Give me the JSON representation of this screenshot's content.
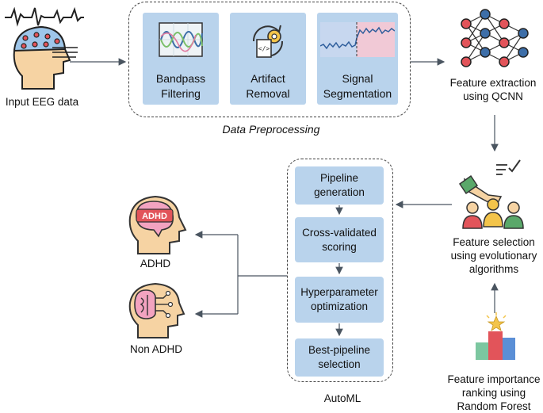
{
  "input": {
    "label": "Input EEG data"
  },
  "preprocessing": {
    "title": "Data Preprocessing",
    "steps": [
      {
        "line1": "Bandpass",
        "line2": "Filtering"
      },
      {
        "line1": "Artifact",
        "line2": "Removal"
      },
      {
        "line1": "Signal",
        "line2": "Segmentation"
      }
    ]
  },
  "feature_extraction": {
    "line1": "Feature extraction",
    "line2": "using QCNN"
  },
  "feature_selection": {
    "line1": "Feature selection",
    "line2": "using evolutionary",
    "line3": "algorithms"
  },
  "feature_ranking": {
    "line1": "Feature importance",
    "line2": "ranking using",
    "line3": "Random Forest"
  },
  "automl": {
    "title": "AutoML",
    "steps": [
      {
        "line1": "Pipeline",
        "line2": "generation"
      },
      {
        "line1": "Cross-validated",
        "line2": "scoring"
      },
      {
        "line1": "Hyperparameter",
        "line2": "optimization"
      },
      {
        "line1": "Best-pipeline",
        "line2": "selection"
      }
    ]
  },
  "outputs": {
    "adhd": {
      "label": "ADHD",
      "badge": "ADHD"
    },
    "non_adhd": {
      "label": "Non ADHD"
    }
  },
  "colors": {
    "box_fill": "#b9d3ec",
    "arrow": "#4a5560",
    "brain_pink": "#f3a3c0",
    "head_skin": "#f6d3a3",
    "nn_red": "#e2545a",
    "nn_blue": "#3d6ea8"
  }
}
